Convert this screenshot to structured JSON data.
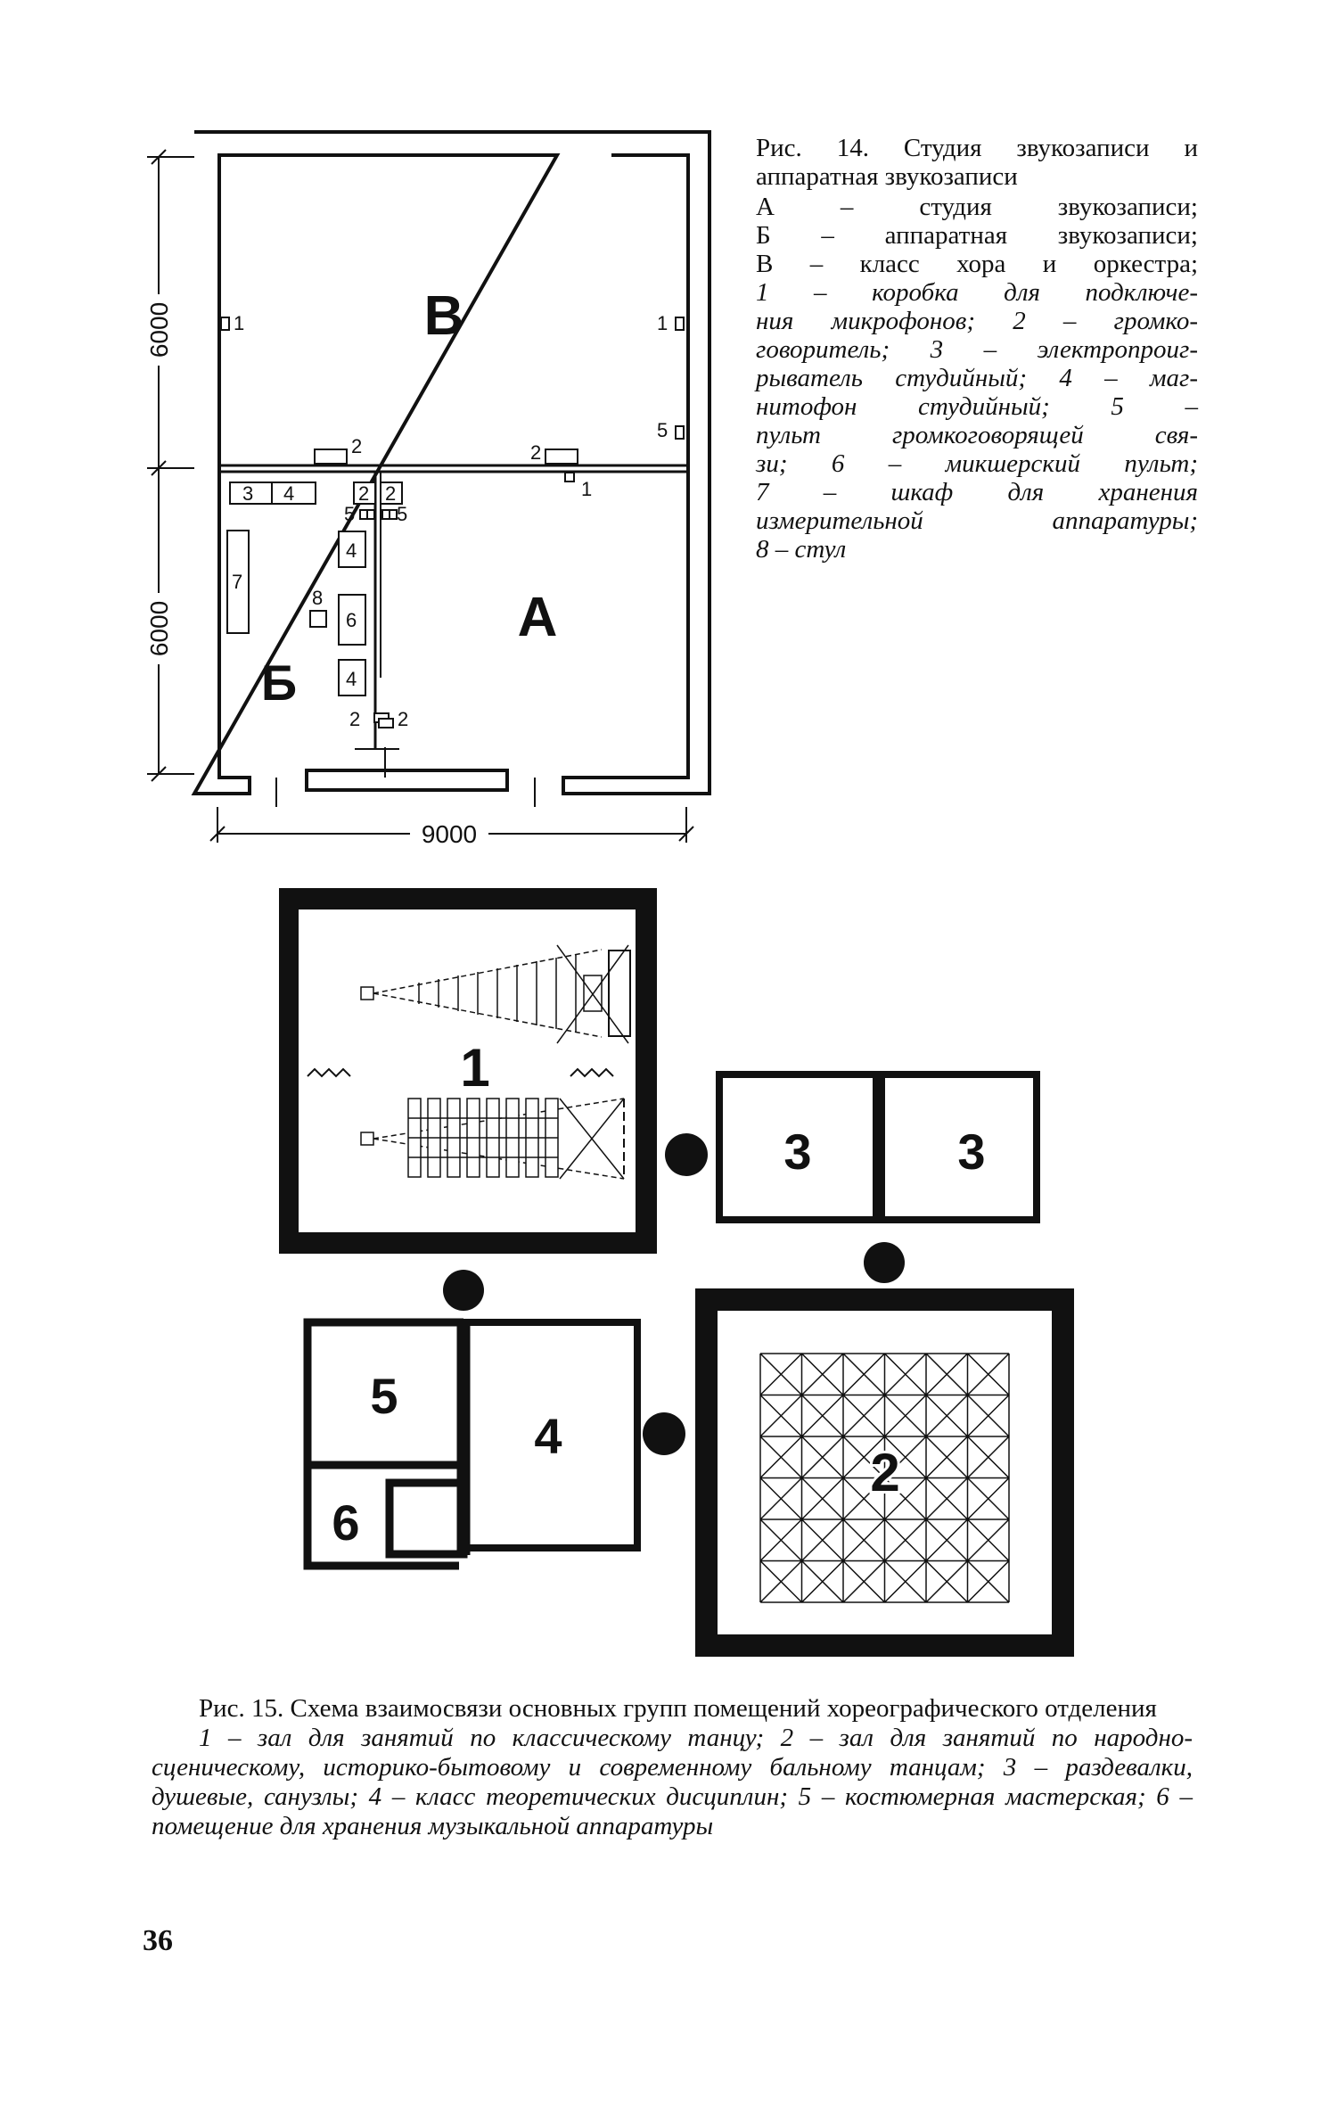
{
  "fig14": {
    "plan_labels": {
      "room_v": "В",
      "room_a": "А",
      "room_b": "Б",
      "dim_top": "6000",
      "dim_bottom": "6000",
      "dim_width": "9000",
      "n1": "1",
      "n2": "2",
      "n3": "3",
      "n4": "4",
      "n5": "5",
      "n6": "6",
      "n7": "7",
      "n8": "8"
    },
    "caption_title": "Рис. 14. Студия звукозаписи и аппаратная звукозаписи",
    "legend_lines": [
      "А – студия звукозаписи;",
      "Б – аппаратная звукозаписи;",
      "В – класс хора и оркестра;",
      "1 – коробка для подключе-",
      "ния микрофонов; 2 – громко-",
      "говоритель; 3 – электропроиг-",
      "рыватель студийный; 4 – маг-",
      "нитофон студийный; 5 –",
      "пульт громкоговорящей свя-",
      "зи; 6 – микшерский пульт;",
      "7 – шкаф для хранения",
      "измерительной аппаратуры;",
      "8 – стул"
    ]
  },
  "fig15": {
    "labels": {
      "r1": "1",
      "r2": "2",
      "r3a": "3",
      "r3b": "3",
      "r4": "4",
      "r5": "5",
      "r6": "6"
    },
    "caption_title": "Рис. 15. Схема взаимосвязи основных групп помещений хореографического отделения",
    "caption_legend": "1 – зал для занятий по классическому танцу; 2 – зал для занятий по народно-сценическому, историко-бытовому и современному бальному танцам; 3 – раздевалки, душевые, санузлы; 4 – класс теоретических дисциплин; 5 – костюмерная мастерская; 6 – помещение для хранения музыкальной аппаратуры"
  },
  "page_number": "36"
}
